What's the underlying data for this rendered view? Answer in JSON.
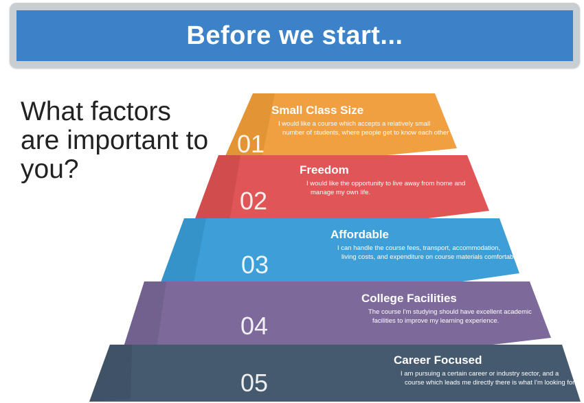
{
  "banner": {
    "title": "Before we start..."
  },
  "question": {
    "text": "What factors are important to you?"
  },
  "tiers": [
    {
      "number": "01",
      "title": "Small Class Size",
      "desc_lines": [
        "I would like a course which accepts a relatively small",
        "number of students, where people get to know each other well."
      ],
      "color": "#f0a040",
      "shade": "#d98a2a"
    },
    {
      "number": "02",
      "title": "Freedom",
      "desc_lines": [
        "I would like the opportunity to live away from home and",
        "manage my own life."
      ],
      "color": "#e05555",
      "shade": "#c54545"
    },
    {
      "number": "03",
      "title": "Affordable",
      "desc_lines": [
        "I can handle the course fees, transport, accommodation,",
        "living costs, and expenditure on course materials comfortably."
      ],
      "color": "#3e9fd8",
      "shade": "#3088c0"
    },
    {
      "number": "04",
      "title": "College Facilities",
      "desc_lines": [
        "The course I'm studying should have excellent academic",
        "facilities to improve my learning experience."
      ],
      "color": "#7d6a9a",
      "shade": "#685a86"
    },
    {
      "number": "05",
      "title": "Career Focused",
      "desc_lines": [
        "I am pursuing a certain career or industry sector, and a",
        "course which leads me directly there is what I'm looking for."
      ],
      "color": "#455a6e",
      "shade": "#3a4d60"
    }
  ]
}
